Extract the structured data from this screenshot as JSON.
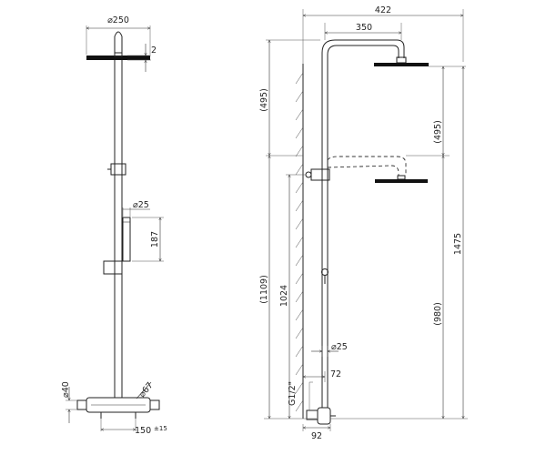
{
  "front_view": {
    "head_diameter": "⌀250",
    "head_thickness": "2",
    "hand_shower_diameter": "⌀25",
    "hand_shower_length": "187",
    "inlet_diameter": "⌀40",
    "valve_diameter": "⌀67",
    "inlet_spacing": "150",
    "inlet_spacing_tolerance": "±15"
  },
  "side_view": {
    "total_projection": "422",
    "arm_reach": "350",
    "upper_head_drop": "(495)",
    "upper_head_drop_right": "(495)",
    "rail_height_left": "(1109)",
    "mount_height": "1024",
    "overall_height": "1475",
    "lower_height_right": "(980)",
    "rail_diameter": "⌀25",
    "wall_offset": "72",
    "thread_size": "G1/2\"",
    "inlet_projection": "92"
  }
}
